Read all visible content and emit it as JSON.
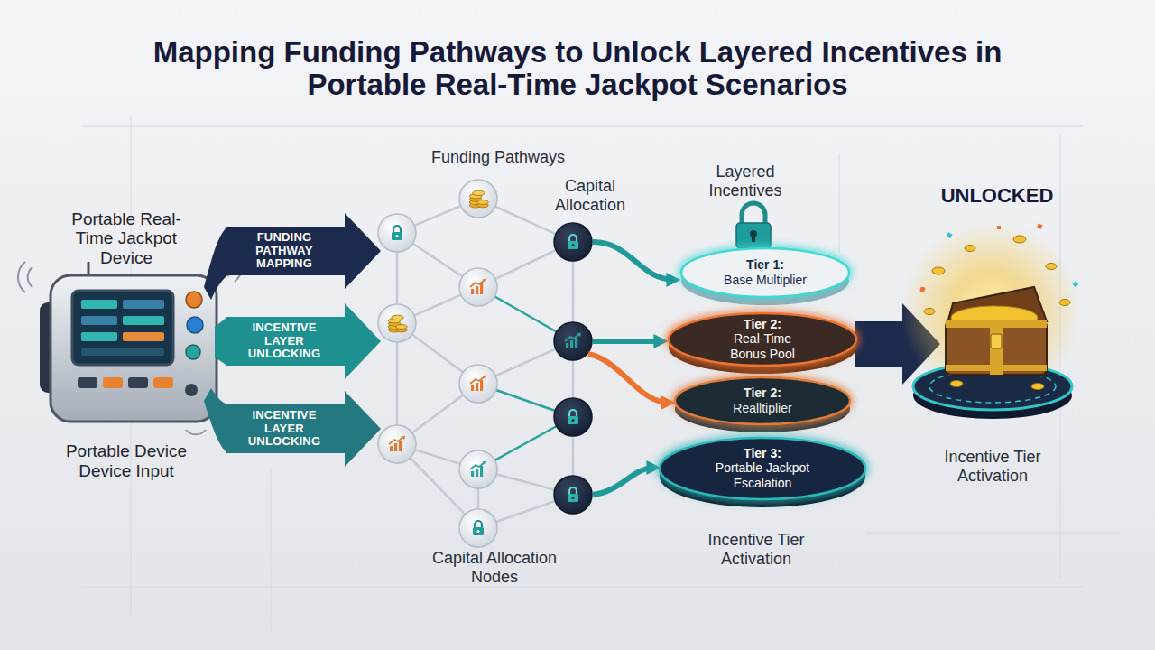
{
  "diagram": {
    "title": "Mapping Funding Pathways to Unlock Layered Incentives in Portable Real-Time Jackpot Scenarios",
    "nodes": [
      {
        "text": [
          "Portable Real-Time Jackpot Device",
          "Portable Device Device Input"
        ]
      },
      {
        "text": [
          "FUNDING PATHWAY MAPPING"
        ]
      },
      {
        "text": [
          "INCENTIVE LAYER UNLOCKING"
        ]
      },
      {
        "text": [
          "INCENTIVE LAYER UNLOCKING"
        ]
      },
      {
        "text": [
          "Tier 1:",
          "Base Multiplier"
        ]
      },
      {
        "text": [
          "Tier 2:",
          "Real-Time Bonus Pool"
        ]
      },
      {
        "text": [
          "Tier 2:",
          "Realltiplier"
        ]
      },
      {
        "text": [
          "Tier 3:",
          "Portable Jackpot Escalation"
        ]
      }
    ],
    "labels": [
      "Funding Pathways",
      "Capital Allocation",
      "Layered Incentives",
      "UNLOCKED",
      "Incentive Tier Activation",
      "Incentive Tier Activation",
      "Capital Allocation Nodes"
    ]
  }
}
